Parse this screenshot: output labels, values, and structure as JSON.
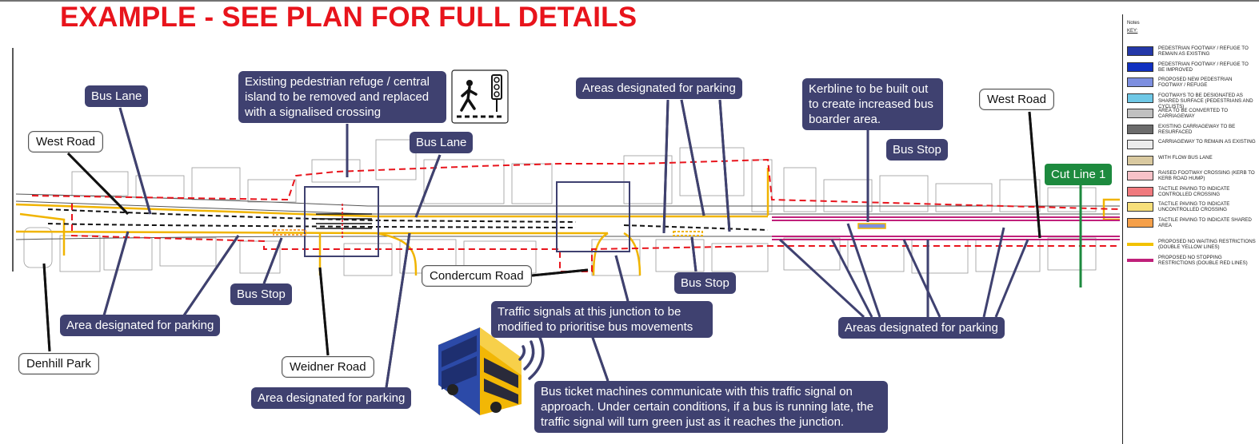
{
  "headline": "EXAMPLE - SEE PLAN FOR FULL DETAILS",
  "callouts": {
    "bus_lane_1": "Bus Lane",
    "refuge": "Existing pedestrian refuge / central island to be removed and replaced with a signalised crossing",
    "bus_lane_2": "Bus Lane",
    "parking_top": "Areas designated for parking",
    "kerbline": "Kerbline to be built out to create increased bus boarder area.",
    "bus_stop_right": "Bus Stop",
    "bus_stop_left": "Bus Stop",
    "bus_stop_mid": "Bus Stop",
    "parking_left": "Area designated for parking",
    "parking_bottom": "Area designated for parking",
    "traffic_signals": "Traffic signals at this junction to be modified to prioritise bus movements",
    "parking_right": "Areas designated for parking",
    "bus_ticket": "Bus ticket machines communicate with this traffic signal on approach. Under certain conditions, if a bus is running late, the traffic signal will turn green just as it reaches the junction."
  },
  "places": {
    "west_road_left": "West Road",
    "west_road_right": "West Road",
    "condercum_road": "Condercum Road",
    "denhill_park": "Denhill Park",
    "weidner_road": "Weidner Road"
  },
  "cut_line": "Cut Line 1",
  "key": {
    "notes": "Notes",
    "title": "KEY:",
    "items": [
      {
        "label": "PEDESTRIAN FOOTWAY / REFUGE TO REMAIN AS EXISTING",
        "color": "#2438a8"
      },
      {
        "label": "PEDESTRIAN FOOTWAY / REFUGE TO BE IMPROVED",
        "color": "#1030c0"
      },
      {
        "label": "PROPOSED NEW PEDESTRIAN FOOTWAY / REFUGE",
        "color": "#7d8fe0"
      },
      {
        "label": "FOOTWAYS TO BE DESIGNATED AS SHARED SURFACE (PEDESTRIANS AND CYCLISTS)",
        "color": "#6fc8e6"
      },
      {
        "label": "AREA TO BE CONVERTED TO CARRIAGEWAY",
        "color": "#c0c0c0"
      },
      {
        "label": "EXISTING CARRIAGEWAY TO BE RESURFACED",
        "color": "#6b6b6b"
      },
      {
        "label": "CARRIAGEWAY TO REMAIN AS EXISTING",
        "color": "#ececec"
      },
      {
        "label": "WITH FLOW BUS LANE",
        "color": "#d9c9a0"
      },
      {
        "label": "RAISED FOOTWAY CROSSING (KERB TO KERB ROAD HUMP)",
        "color": "#f7c2c8"
      },
      {
        "label": "TACTILE PAVING TO INDICATE CONTROLLED CROSSING",
        "color": "#f07a7e"
      },
      {
        "label": "TACTILE PAVING TO INDICATE UNCONTROLLED CROSSING",
        "color": "#f7df7a"
      },
      {
        "label": "TACTILE PAVING TO INDICATE SHARED AREA",
        "color": "#f5a04a"
      },
      {
        "label": "PROPOSED NO WAITING RESTRICTIONS (DOUBLE YELLOW LINES)",
        "color": "#f2c200"
      },
      {
        "label": "PROPOSED NO STOPPING RESTRICTIONS (DOUBLE RED LINES)",
        "color": "#c0207a"
      }
    ]
  },
  "colors": {
    "callout": "#3f4170",
    "headline": "#e8141c",
    "boundary": "#e8141c",
    "yellow_line": "#f0b400",
    "red_line": "#c0207a",
    "cut_line": "#1d8a3e"
  },
  "icons": [
    "pedestrian-crossing-signal-icon",
    "double-decker-bus-icon",
    "wireless-signal-icon"
  ]
}
